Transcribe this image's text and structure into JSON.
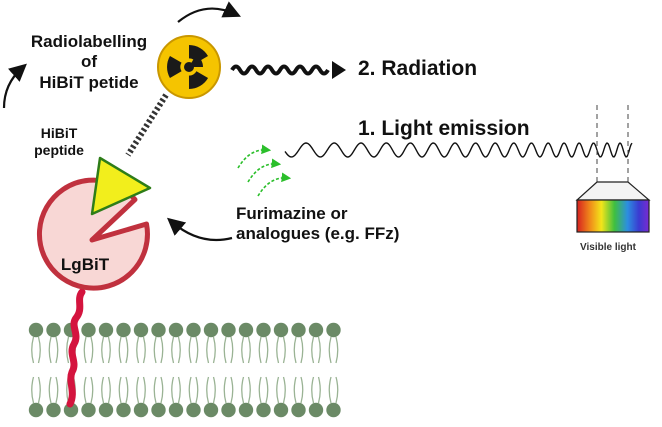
{
  "labels": {
    "radiolabelling_line1": "Radiolabelling",
    "radiolabelling_line2": "of",
    "radiolabelling_line3": "HiBiT petide",
    "radiation": "2. Radiation",
    "light_emission": "1. Light emission",
    "hibit_line1": "HiBiT",
    "hibit_line2": "peptide",
    "furimazine_line1": "Furimazine or",
    "furimazine_line2": "analogues (e.g. FFz)",
    "lgbit": "LgBiT",
    "visible_light": "Visible light"
  },
  "icons": [
    "radiation-icon",
    "substrate-glow-icon",
    "spectrum-icon",
    "lipid-bilayer",
    "transmembrane-protein"
  ],
  "colors": {
    "radiation_yellow": "#f5c400",
    "hibit_yellow": "#f2ee1c",
    "hibit_border": "#2e7d18",
    "lgbit_fill": "#f8d7d5",
    "lgbit_border": "#c0313e",
    "membrane_head": "#6b8a66",
    "membrane_tail": "#9ab394",
    "protein_red": "#d4143e",
    "glow_green": "#2bbf2b"
  }
}
